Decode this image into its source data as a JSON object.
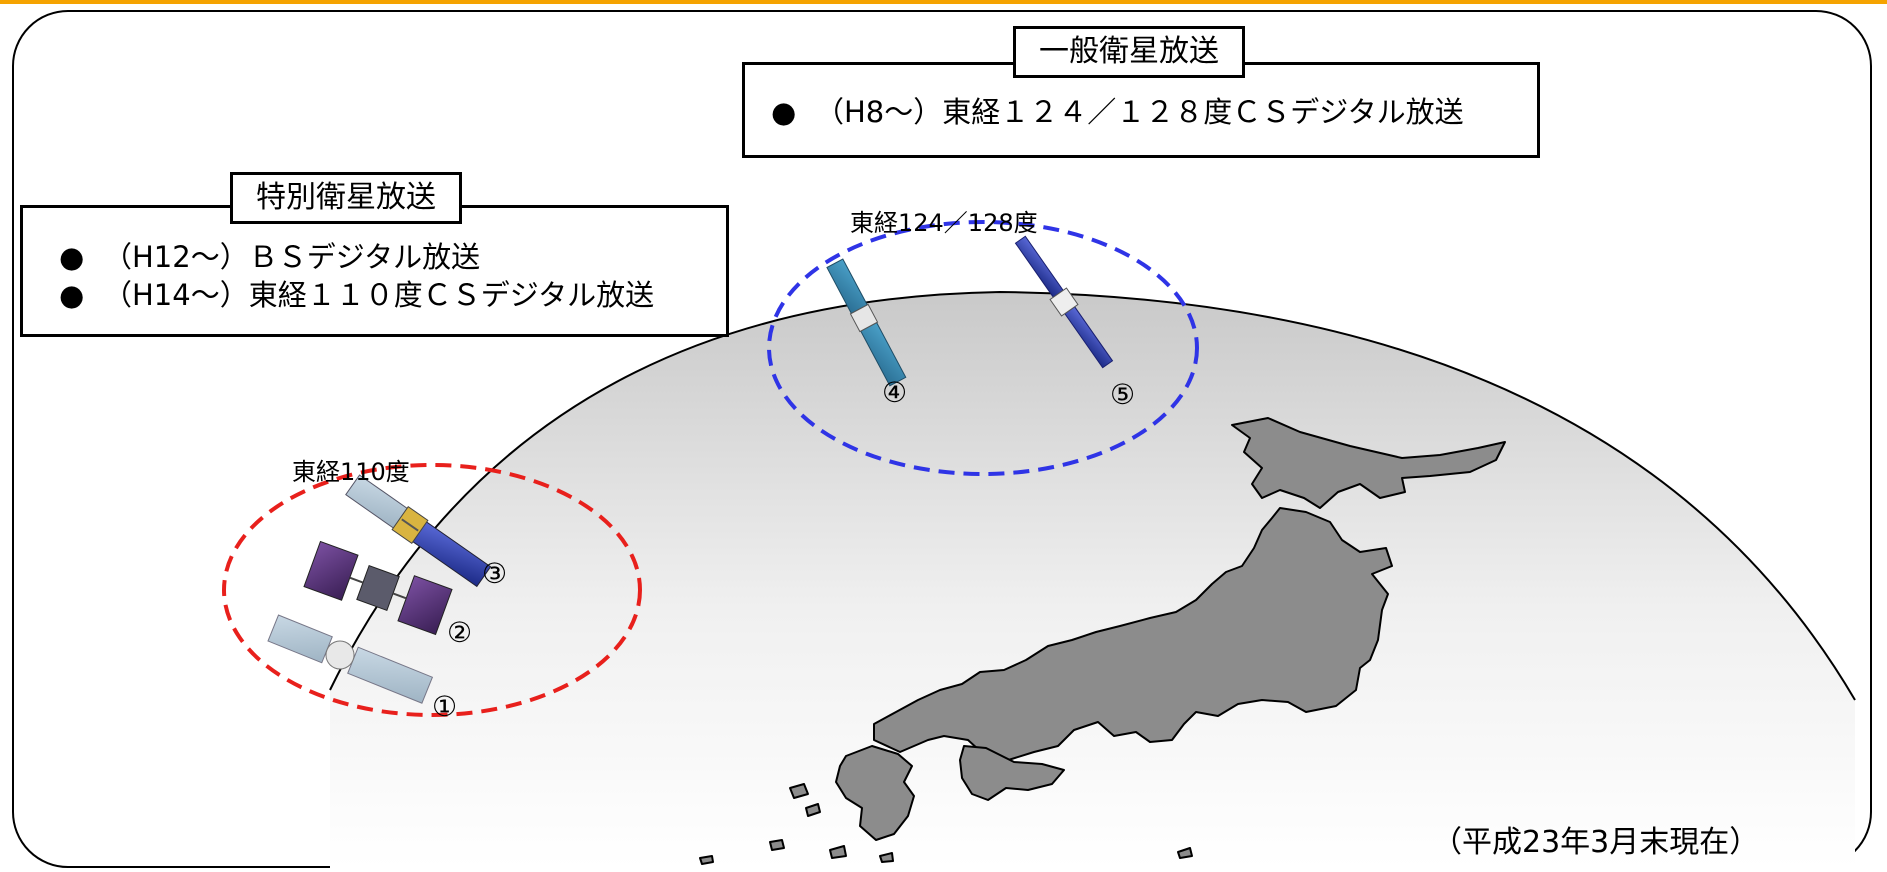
{
  "general_box": {
    "title": "一般衛星放送",
    "items": [
      {
        "bullet": "●",
        "text": "（H8～）東経１２４／１２８度ＣＳデジタル放送"
      }
    ]
  },
  "special_box": {
    "title": "特別衛星放送",
    "items": [
      {
        "bullet": "●",
        "text": "（H12～）ＢＳデジタル放送"
      },
      {
        "bullet": "●",
        "text": "（H14～）東経１１０度ＣＳデジタル放送"
      }
    ]
  },
  "orbit_labels": {
    "east110": "東経110度",
    "east124_128": "東経124／128度"
  },
  "satellites": {
    "s1": "①",
    "s2": "②",
    "s3": "③",
    "s4": "④",
    "s5": "⑤"
  },
  "note": "（平成23年3月末現在）",
  "colors": {
    "red_circle": "#e8201c",
    "blue_circle": "#2f34e6",
    "land": "#8c8c8c",
    "accent_strip": "#f5a300"
  }
}
